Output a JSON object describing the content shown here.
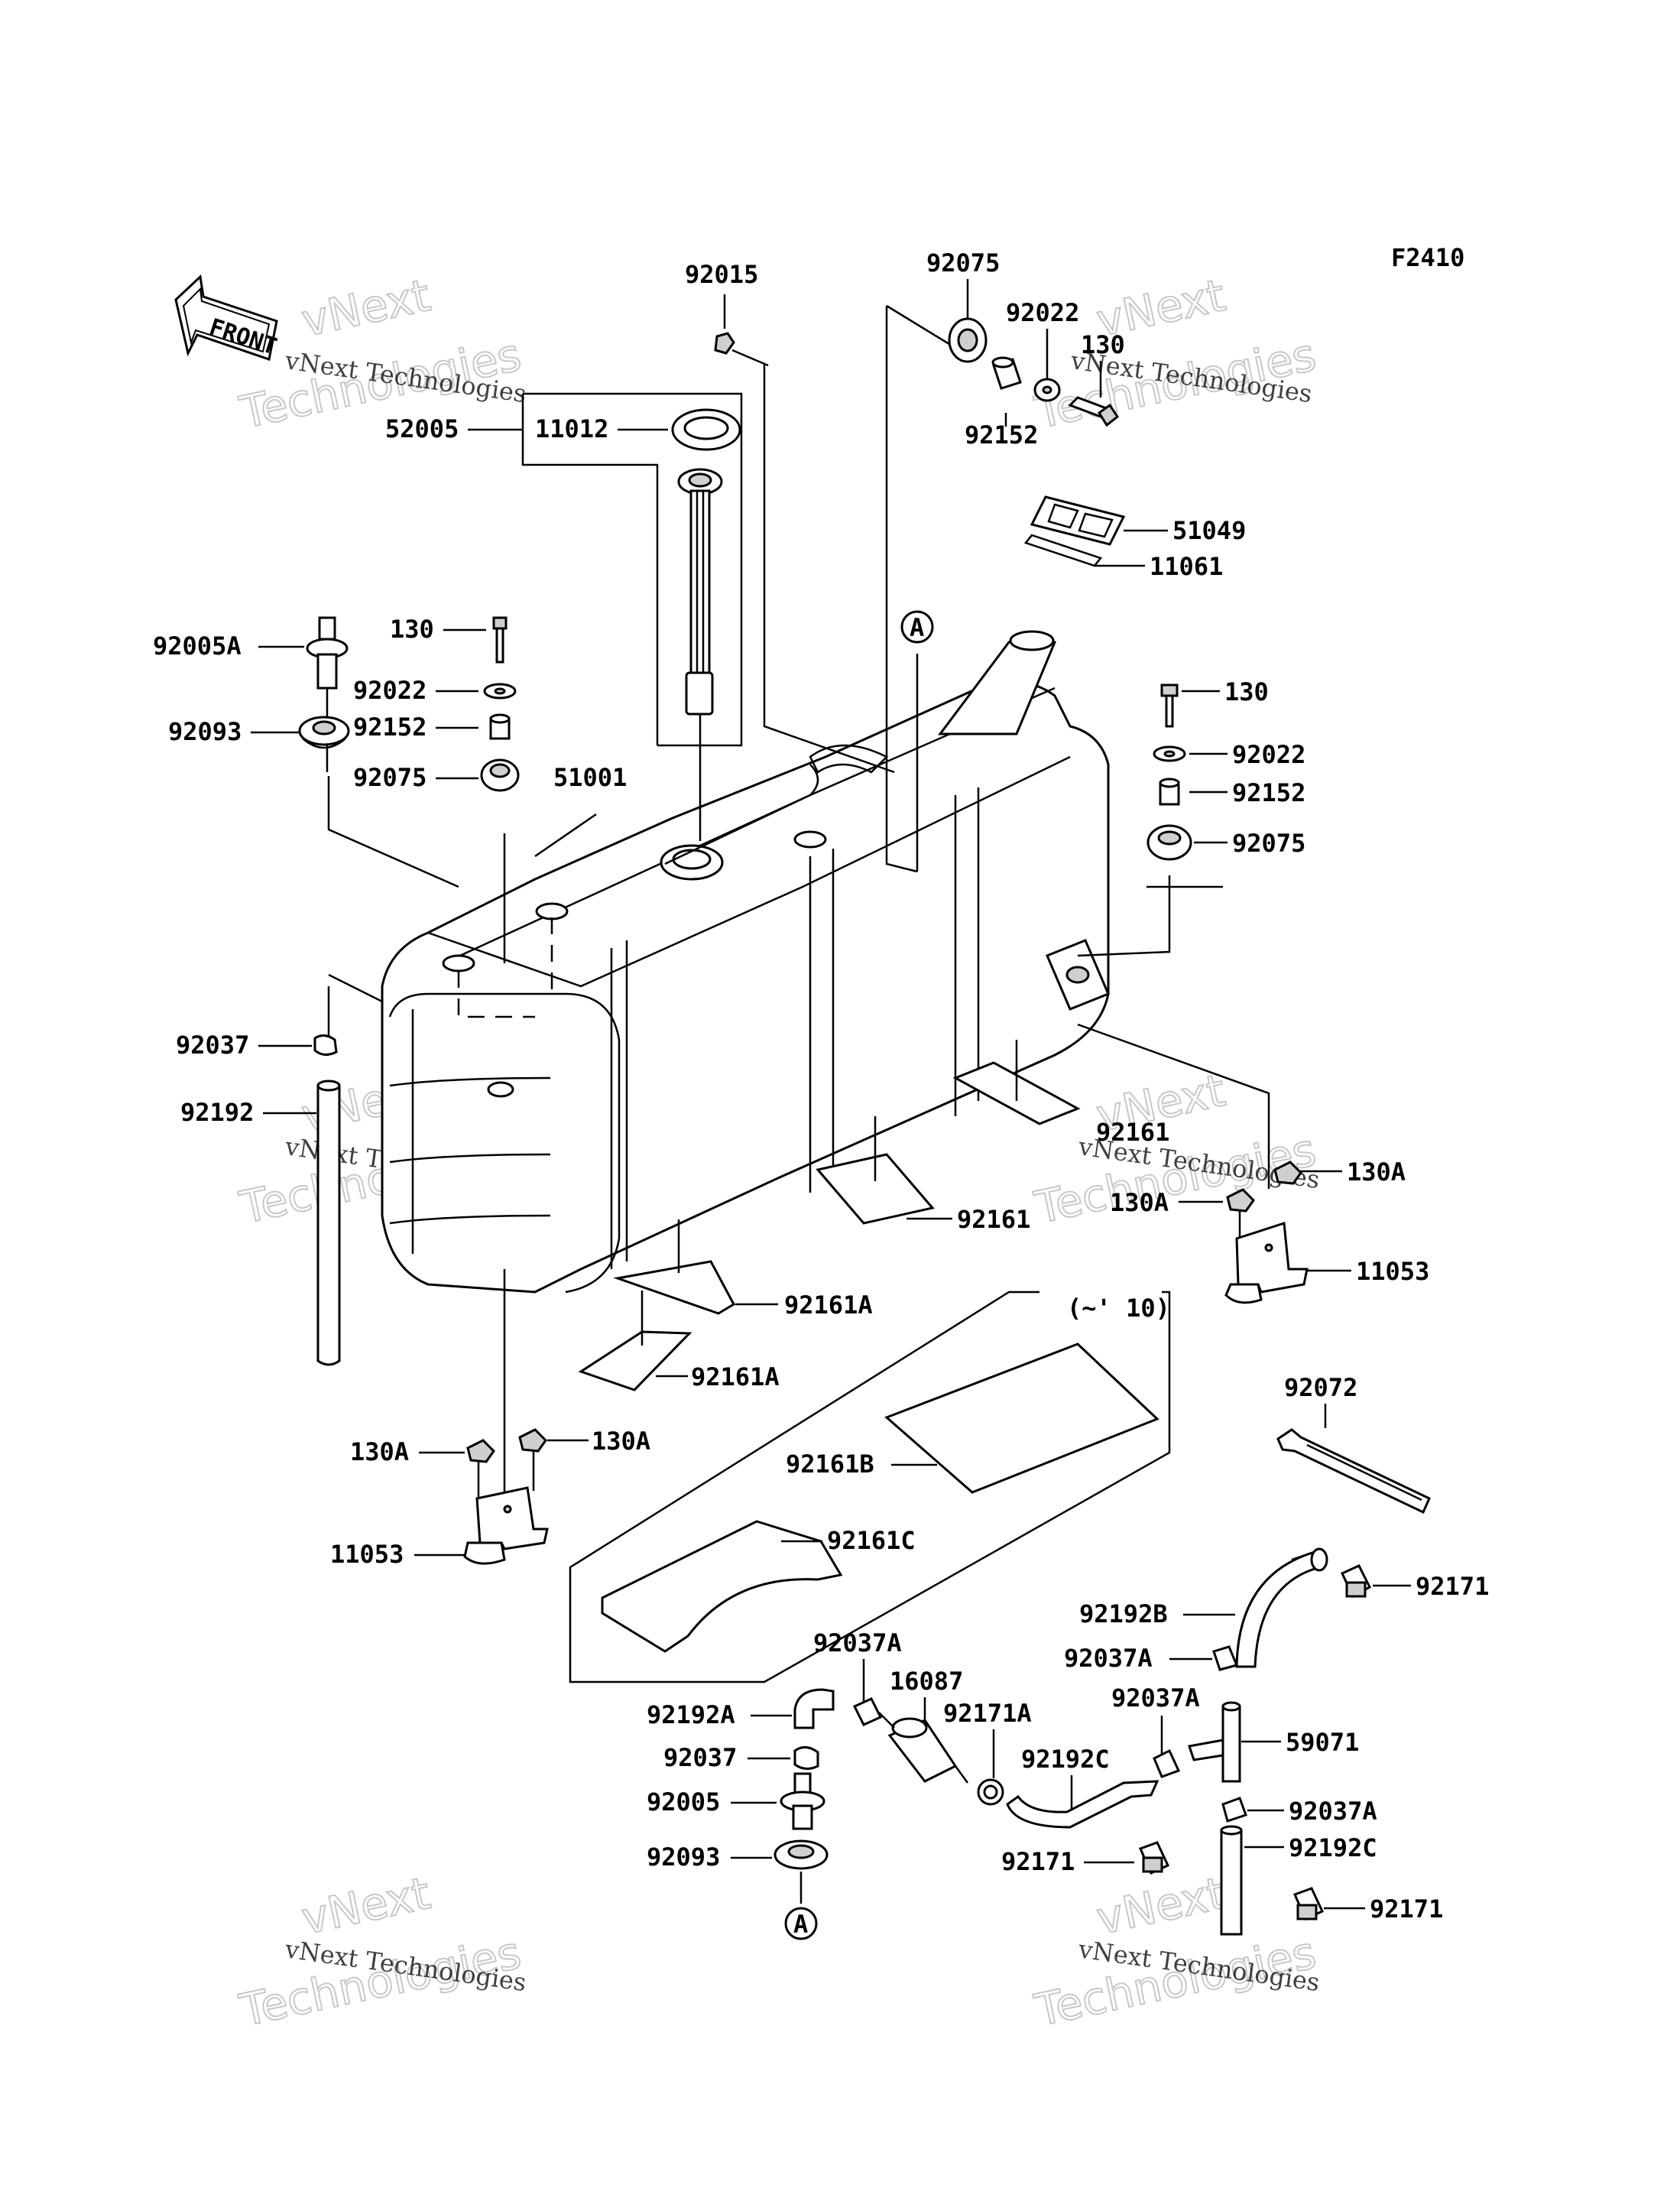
{
  "figure_code": "F2410",
  "front_label": "FRONT",
  "range_note": "(~' 10)",
  "ref_marker": "A",
  "watermark": {
    "line1": "vNext Technologies",
    "line2": "vNext",
    "line3": "Technologies"
  },
  "labels": {
    "p92015": "92015",
    "p92075_top": "92075",
    "p92022_top": "92022",
    "p130_top": "130",
    "p92152_top": "92152",
    "p52005": "52005",
    "p11012": "11012",
    "p51049": "51049",
    "p11061": "11061",
    "p92005A": "92005A",
    "p130_left": "130",
    "p92022_left": "92022",
    "p92152_left": "92152",
    "p92093_left": "92093",
    "p92075_left": "92075",
    "p51001": "51001",
    "p130_right": "130",
    "p92022_right": "92022",
    "p92152_right": "92152",
    "p92075_right": "92075",
    "p92037_left": "92037",
    "p92192_left": "92192",
    "p92161_upper": "92161",
    "p130A_right1": "130A",
    "p130A_right2": "130A",
    "p11053_right": "11053",
    "p92161_lower": "92161",
    "p92161A_1": "92161A",
    "p92161A_2": "92161A",
    "p92072": "92072",
    "p130A_left1": "130A",
    "p130A_left2": "130A",
    "p11053_left": "11053",
    "p92161B": "92161B",
    "p92161C": "92161C",
    "p92171_1": "92171",
    "p92192B": "92192B",
    "p92037A_top": "92037A",
    "p16087": "16087",
    "p92171A": "92171A",
    "p92037A_right1": "92037A",
    "p92037A_right2": "92037A",
    "p92192A": "92192A",
    "p92192C_mid": "92192C",
    "p59071": "59071",
    "p92037_bottom": "92037",
    "p92005": "92005",
    "p92037A_right3": "92037A",
    "p92093_bottom": "92093",
    "p92192C_right": "92192C",
    "p92171_2": "92171",
    "p92171_3": "92171"
  }
}
